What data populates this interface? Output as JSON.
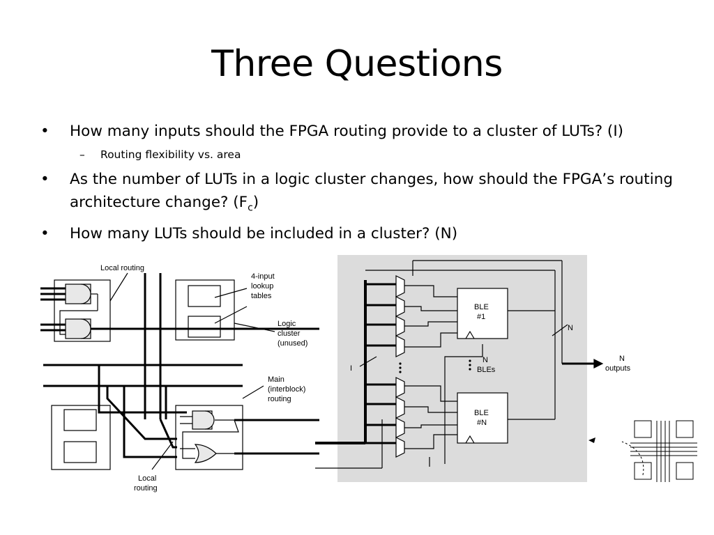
{
  "title": "Three Questions",
  "bullets": [
    {
      "marker": "•",
      "text": "How many inputs should the FPGA routing provide to a cluster of LUTs? (I)"
    },
    {
      "marker": "–",
      "text": "Routing flexibility vs. area"
    },
    {
      "marker": "•",
      "text": "As the number of LUTs in a logic cluster changes, how should the FPGA’s routing architecture change? (F",
      "sub": "c",
      "tail": ")"
    },
    {
      "marker": "•",
      "text": "How many LUTs should be included in a cluster? (N)"
    }
  ],
  "left_figure": {
    "label_local_routing_top": "Local routing",
    "label_lookup": [
      "4-input",
      "lookup",
      "tables"
    ],
    "label_logic_cluster": [
      "Logic",
      "cluster",
      "(unused)"
    ],
    "label_main_routing": [
      "Main",
      "(interblock)",
      "routing"
    ],
    "label_local_routing_bottom": [
      "Local",
      "routing"
    ]
  },
  "right_figure": {
    "label_I": "I",
    "ble1": [
      "BLE",
      "#1"
    ],
    "bleN": [
      "BLE",
      "#N"
    ],
    "n_bles": [
      "N",
      "BLEs"
    ],
    "label_N": "N",
    "outputs": [
      "N",
      "outputs"
    ]
  }
}
